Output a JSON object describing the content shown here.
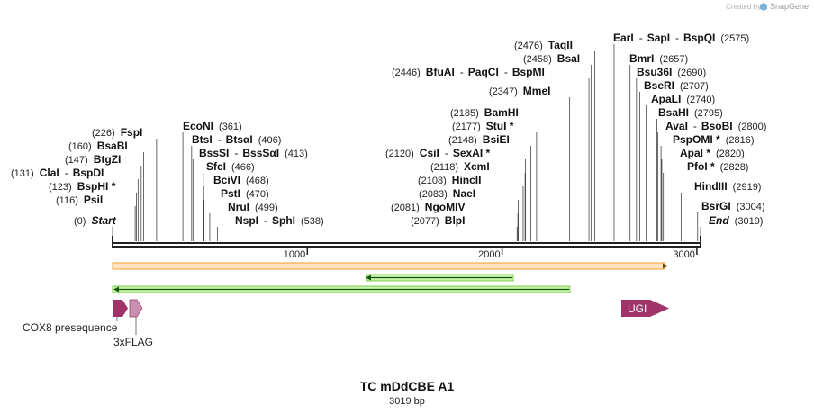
{
  "header": {
    "created_by": "Created by",
    "brand": "SnapGene",
    "brand_icon": "snapgene-logo-icon"
  },
  "map": {
    "title": "TC mDdCBE A1",
    "length_label": "3019 bp",
    "length": 3019,
    "ticks": [
      {
        "value": 1000,
        "label": "1000"
      },
      {
        "value": 2000,
        "label": "2000"
      },
      {
        "value": 3000,
        "label": "3000"
      }
    ],
    "enzyme_labels": [
      {
        "text": "(0)  ",
        "parts": [
          {
            "t": "(0)",
            "c": "num"
          },
          {
            "t": "Start",
            "c": "enz ital"
          }
        ]
      },
      {
        "parts": [
          {
            "t": "(116)",
            "c": "num"
          },
          {
            "t": "PsiI",
            "c": "enz"
          }
        ]
      },
      {
        "parts": [
          {
            "t": "(123)",
            "c": "num"
          },
          {
            "t": "BspHI *",
            "c": "enz"
          }
        ]
      },
      {
        "parts": [
          {
            "t": "(131)",
            "c": "num"
          },
          {
            "t": "ClaI",
            "c": "enz"
          },
          {
            "t": "-",
            "c": "sep"
          },
          {
            "t": "BspDI",
            "c": "enz"
          }
        ]
      },
      {
        "parts": [
          {
            "t": "(147)",
            "c": "num"
          },
          {
            "t": "BtgZI",
            "c": "enz"
          }
        ]
      },
      {
        "parts": [
          {
            "t": "(160)",
            "c": "num"
          },
          {
            "t": "BsaBI",
            "c": "enz"
          }
        ]
      },
      {
        "parts": [
          {
            "t": "(226)",
            "c": "num"
          },
          {
            "t": "FspI",
            "c": "enz"
          }
        ]
      },
      {
        "parts": [
          {
            "t": "EcoNI",
            "c": "enz"
          },
          {
            "t": "(361)",
            "c": "num"
          }
        ]
      },
      {
        "parts": [
          {
            "t": "BtsI",
            "c": "enz"
          },
          {
            "t": "-",
            "c": "sep"
          },
          {
            "t": "BtsαI",
            "c": "enz"
          },
          {
            "t": "(406)",
            "c": "num"
          }
        ]
      },
      {
        "parts": [
          {
            "t": "BssSI",
            "c": "enz"
          },
          {
            "t": "-",
            "c": "sep"
          },
          {
            "t": "BssSαI",
            "c": "enz"
          },
          {
            "t": "(413)",
            "c": "num"
          }
        ]
      },
      {
        "parts": [
          {
            "t": "SfcI",
            "c": "enz"
          },
          {
            "t": "(466)",
            "c": "num"
          }
        ]
      },
      {
        "parts": [
          {
            "t": "BciVI",
            "c": "enz"
          },
          {
            "t": "(468)",
            "c": "num"
          }
        ]
      },
      {
        "parts": [
          {
            "t": "PstI",
            "c": "enz"
          },
          {
            "t": "(470)",
            "c": "num"
          }
        ]
      },
      {
        "parts": [
          {
            "t": "NruI",
            "c": "enz"
          },
          {
            "t": "(499)",
            "c": "num"
          }
        ]
      },
      {
        "parts": [
          {
            "t": "NspI",
            "c": "enz"
          },
          {
            "t": "-",
            "c": "sep"
          },
          {
            "t": "SphI",
            "c": "enz"
          },
          {
            "t": "(538)",
            "c": "num"
          }
        ]
      },
      {
        "parts": [
          {
            "t": "(2077)",
            "c": "num"
          },
          {
            "t": "BlpI",
            "c": "enz"
          }
        ]
      },
      {
        "parts": [
          {
            "t": "(2081)",
            "c": "num"
          },
          {
            "t": "NgoMIV",
            "c": "enz"
          }
        ]
      },
      {
        "parts": [
          {
            "t": "(2083)",
            "c": "num"
          },
          {
            "t": "NaeI",
            "c": "enz"
          }
        ]
      },
      {
        "parts": [
          {
            "t": "(2108)",
            "c": "num"
          },
          {
            "t": "HincII",
            "c": "enz"
          }
        ]
      },
      {
        "parts": [
          {
            "t": "(2118)",
            "c": "num"
          },
          {
            "t": "XcmI",
            "c": "enz"
          }
        ]
      },
      {
        "parts": [
          {
            "t": "(2120)",
            "c": "num"
          },
          {
            "t": "CsiI",
            "c": "enz"
          },
          {
            "t": "-",
            "c": "sep"
          },
          {
            "t": "SexAI *",
            "c": "enz"
          }
        ]
      },
      {
        "parts": [
          {
            "t": "(2148)",
            "c": "num"
          },
          {
            "t": "BsiEI",
            "c": "enz"
          }
        ]
      },
      {
        "parts": [
          {
            "t": "(2177)",
            "c": "num"
          },
          {
            "t": "StuI *",
            "c": "enz"
          }
        ]
      },
      {
        "parts": [
          {
            "t": "(2185)",
            "c": "num"
          },
          {
            "t": "BamHI",
            "c": "enz"
          }
        ]
      },
      {
        "parts": [
          {
            "t": "(2347)",
            "c": "num"
          },
          {
            "t": "MmeI",
            "c": "enz"
          }
        ]
      },
      {
        "parts": [
          {
            "t": "(2446)",
            "c": "num"
          },
          {
            "t": "BfuAI",
            "c": "enz"
          },
          {
            "t": "-",
            "c": "sep"
          },
          {
            "t": "PaqCI",
            "c": "enz"
          },
          {
            "t": "-",
            "c": "sep"
          },
          {
            "t": "BspMI",
            "c": "enz"
          }
        ]
      },
      {
        "parts": [
          {
            "t": "(2458)",
            "c": "num"
          },
          {
            "t": "BsaI",
            "c": "enz"
          }
        ]
      },
      {
        "parts": [
          {
            "t": "(2476)",
            "c": "num"
          },
          {
            "t": "TaqII",
            "c": "enz"
          }
        ]
      },
      {
        "parts": [
          {
            "t": "EarI",
            "c": "enz"
          },
          {
            "t": "-",
            "c": "sep"
          },
          {
            "t": "SapI",
            "c": "enz"
          },
          {
            "t": "-",
            "c": "sep"
          },
          {
            "t": "BspQI",
            "c": "enz"
          },
          {
            "t": "(2575)",
            "c": "num"
          }
        ]
      },
      {
        "parts": [
          {
            "t": "BmrI",
            "c": "enz"
          },
          {
            "t": "(2657)",
            "c": "num"
          }
        ]
      },
      {
        "parts": [
          {
            "t": "Bsu36I",
            "c": "enz"
          },
          {
            "t": "(2690)",
            "c": "num"
          }
        ]
      },
      {
        "parts": [
          {
            "t": "BseRI",
            "c": "enz"
          },
          {
            "t": "(2707)",
            "c": "num"
          }
        ]
      },
      {
        "parts": [
          {
            "t": "ApaLI",
            "c": "enz"
          },
          {
            "t": "(2740)",
            "c": "num"
          }
        ]
      },
      {
        "parts": [
          {
            "t": "BsaHI",
            "c": "enz"
          },
          {
            "t": "(2795)",
            "c": "num"
          }
        ]
      },
      {
        "parts": [
          {
            "t": "AvaI",
            "c": "enz"
          },
          {
            "t": "-",
            "c": "sep"
          },
          {
            "t": "BsoBI",
            "c": "enz"
          },
          {
            "t": "(2800)",
            "c": "num"
          }
        ]
      },
      {
        "parts": [
          {
            "t": "PspOMI *",
            "c": "enz"
          },
          {
            "t": "(2816)",
            "c": "num"
          }
        ]
      },
      {
        "parts": [
          {
            "t": "ApaI *",
            "c": "enz"
          },
          {
            "t": "(2820)",
            "c": "num"
          }
        ]
      },
      {
        "parts": [
          {
            "t": "PfoI *",
            "c": "enz"
          },
          {
            "t": "(2828)",
            "c": "num"
          }
        ]
      },
      {
        "parts": [
          {
            "t": "HindIII",
            "c": "enz"
          },
          {
            "t": "(2919)",
            "c": "num"
          }
        ]
      },
      {
        "parts": [
          {
            "t": "BsrGI",
            "c": "enz"
          },
          {
            "t": "(3004)",
            "c": "num"
          }
        ]
      },
      {
        "parts": [
          {
            "t": "End",
            "c": "enz ital"
          },
          {
            "t": "(3019)",
            "c": "num"
          }
        ]
      }
    ],
    "features": {
      "cox8": {
        "label": "COX8 presequence",
        "color": "#a0336a"
      },
      "flag": {
        "label": "3xFLAG",
        "color": "#c98fb0"
      },
      "ugi": {
        "label": "UGI",
        "color": "#a0336a"
      },
      "orange_bar_color": "#f0a030",
      "green_color": "#2e9e20"
    }
  }
}
